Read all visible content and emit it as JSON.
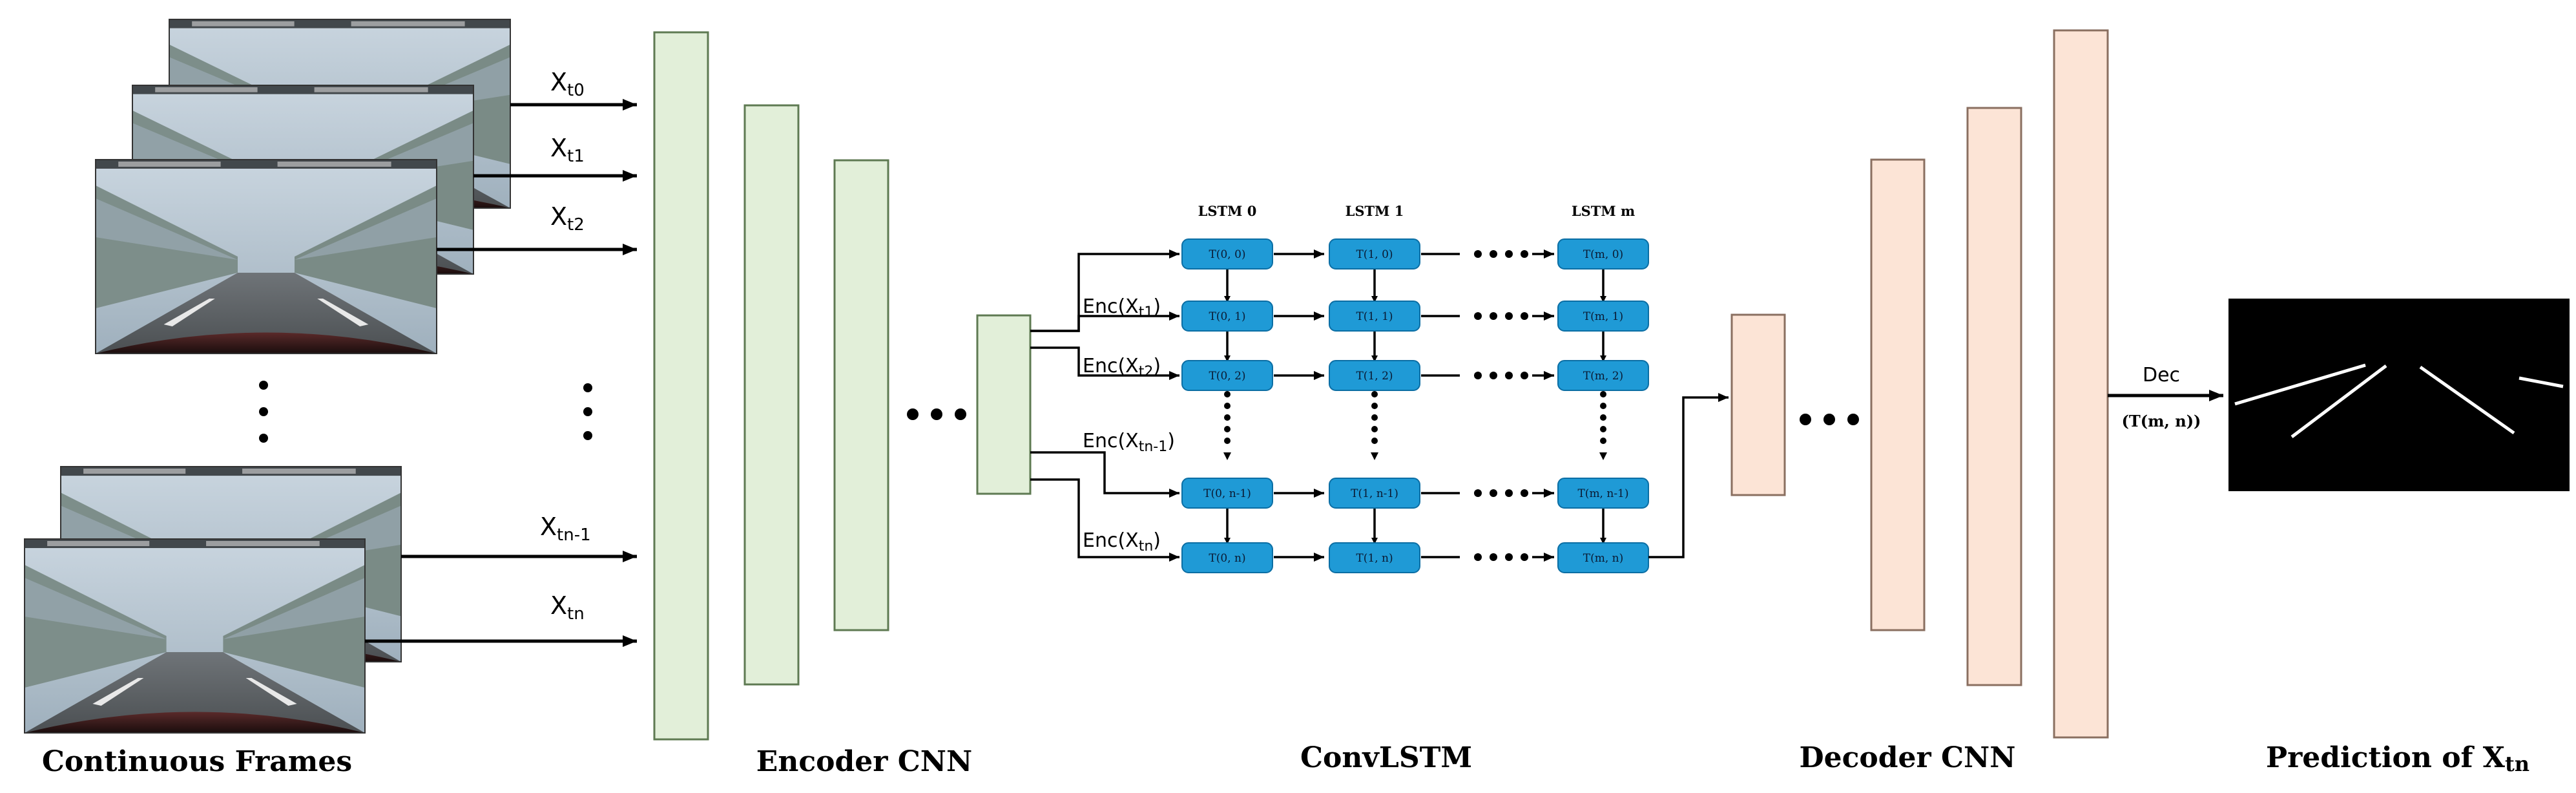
{
  "colors": {
    "encoder_fill": "#e2efd9",
    "encoder_stroke": "#5e7a52",
    "decoder_fill": "#fce4d6",
    "decoder_stroke": "#8a6f60",
    "lstm_cell_fill": "#1f9ad6",
    "lstm_cell_stroke": "#0b6ea4",
    "prediction_bg": "#000000",
    "lane_lines": "#ffffff"
  },
  "frames": {
    "inputs": [
      {
        "base": "X",
        "sub": "t0"
      },
      {
        "base": "X",
        "sub": "t1"
      },
      {
        "base": "X",
        "sub": "t2"
      },
      {
        "base": "X",
        "sub": "tn-1"
      },
      {
        "base": "X",
        "sub": "tn"
      }
    ],
    "caption": "Continuous Frames"
  },
  "encoder": {
    "caption": "Encoder CNN",
    "outputs": [
      {
        "base": "Enc(X",
        "sub": "t1",
        "close": ")"
      },
      {
        "base": "Enc(X",
        "sub": "t2",
        "close": ")"
      },
      {
        "base": "Enc(X",
        "sub": "tn-1",
        "close": ")"
      },
      {
        "base": "Enc(X",
        "sub": "tn",
        "close": ")"
      }
    ]
  },
  "convlstm": {
    "caption": "ConvLSTM",
    "columns": [
      "LSTM 0",
      "LSTM 1",
      "LSTM m"
    ],
    "cells": [
      [
        "T(0, 0)",
        "T(1, 0)",
        "T(m, 0)"
      ],
      [
        "T(0, 1)",
        "T(1, 1)",
        "T(m, 1)"
      ],
      [
        "T(0, 2)",
        "T(1, 2)",
        "T(m, 2)"
      ],
      [
        "T(0, n-1)",
        "T(1, n-1)",
        "T(m, n-1)"
      ],
      [
        "T(0, n)",
        "T(1, n)",
        "T(m, n)"
      ]
    ]
  },
  "decoder": {
    "caption": "Decoder CNN",
    "output_label": "Dec",
    "output_sublabel": "(T(m, n))"
  },
  "prediction": {
    "caption_base": "Prediction of X",
    "caption_sub": "tn"
  }
}
